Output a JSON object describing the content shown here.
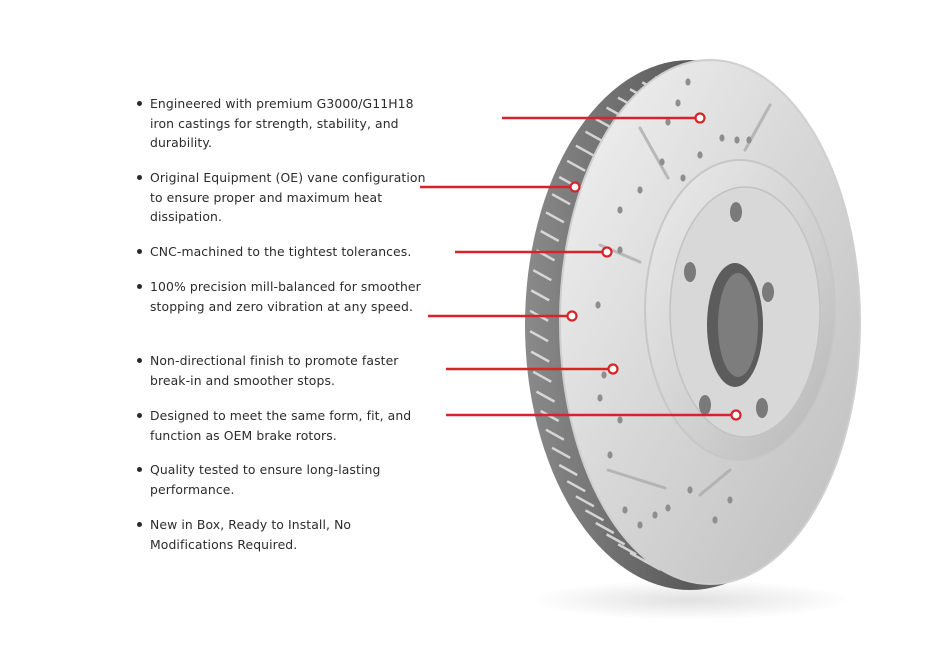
{
  "features": [
    {
      "text": "Engineered with premium G3000/G11H18 iron castings for strength, stability, and durability."
    },
    {
      "text": "Original Equipment (OE) vane configuration to ensure proper and maximum heat dissipation."
    },
    {
      "text": "CNC-machined to the tightest tolerances."
    },
    {
      "text": "100% precision mill-balanced for smoother stopping and zero vibration at any speed."
    },
    {
      "text": "Non-directional finish to promote faster break-in and smoother stops."
    },
    {
      "text": "Designed to meet the same form, fit, and function as OEM brake rotors."
    },
    {
      "text": "Quality tested to ensure long-lasting performance."
    },
    {
      "text": "New in Box, Ready to Install, No Modifications Required."
    }
  ],
  "colors": {
    "callout": "#d6242b",
    "text": "#2b2b2b",
    "background": "#ffffff"
  },
  "icons": [
    "brake-rotor-image",
    "bullet-dot"
  ]
}
